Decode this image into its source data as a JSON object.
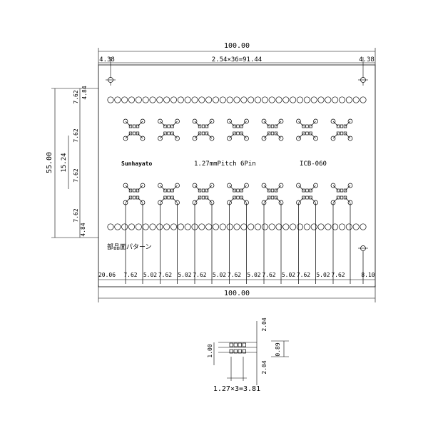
{
  "board": {
    "label_brand": "Sunhayato",
    "label_title": "1.27mmPitch 6Pin",
    "label_code": "ICB-060",
    "back_pattern": "部品面パターン"
  },
  "dimensions": {
    "top_width": "100.00",
    "bottom_width": "100.00",
    "left_edge": "4.38",
    "right_edge": "4.38",
    "pitch_span": "2.54×36=91.44",
    "height_total": "55.00",
    "height_inner": "15.24",
    "right_top": "4.84",
    "left_stack": [
      "7.62",
      "7.62",
      "7.62",
      "7.62",
      "4.84"
    ],
    "bottom_first": "20.06",
    "bottom_repeat": "7.62",
    "bottom_mid": "5.02",
    "bottom_last": "8.10"
  },
  "detail": {
    "pitch_label": "1.27×3=3.81",
    "pad_height": "1.00",
    "pad_gap": "0.89",
    "top_offset": "2.04",
    "bottom_offset": "2.04"
  }
}
